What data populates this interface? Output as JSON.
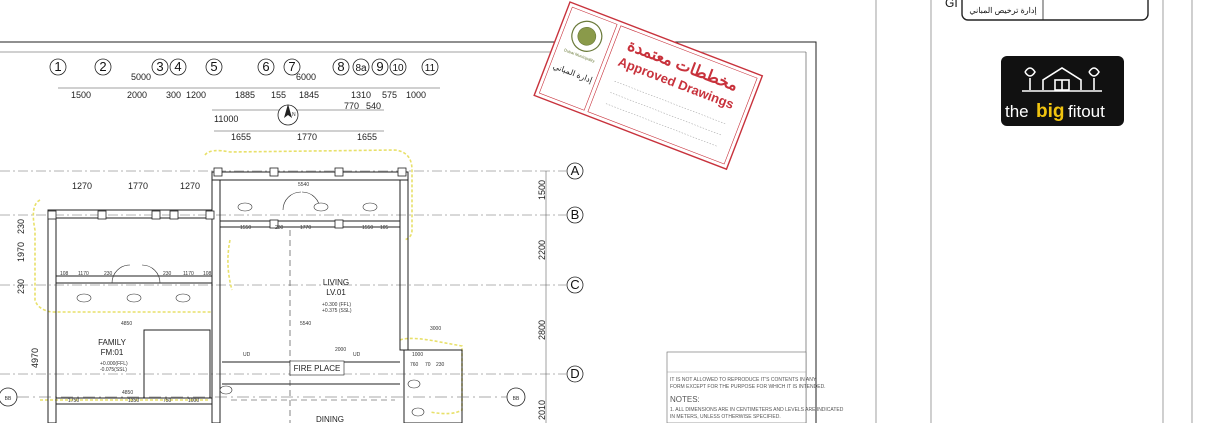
{
  "grid_columns": [
    "1",
    "2",
    "3",
    "4",
    "5",
    "6",
    "7",
    "8",
    "8a",
    "9",
    "10",
    "11"
  ],
  "grid_rows": [
    "A",
    "B",
    "C",
    "D"
  ],
  "dimensions": {
    "top_overall_a": "5000",
    "top_overall_b": "6000",
    "top_segments": [
      "1500",
      "2000",
      "300",
      "1200",
      "1885",
      "155",
      "1845",
      "1310",
      "575",
      "1000"
    ],
    "sub_770": "770",
    "sub_540": "540",
    "sub_11000": "11000",
    "sub_1655a": "1655",
    "sub_1770": "1770",
    "sub_1655b": "1655",
    "left_1270a": "1270",
    "left_1770": "1770",
    "left_1270b": "1270",
    "right_1500": "1500",
    "right_2200": "2200",
    "right_2800": "2800",
    "right_2010": "2010",
    "left_230a": "230",
    "left_1970": "1970",
    "left_230b": "230",
    "left_4970": "4970"
  },
  "rooms": {
    "living_name": "LIVING",
    "living_code": "LV.01",
    "living_level": "+0.300 (FFL)",
    "living_level2": "+0.375 (SSL)",
    "family_name": "FAMILY",
    "family_code": "FM:01",
    "family_level": "+0.000(FFL)",
    "family_level2": "-0.075(SSL)",
    "fireplace": "FIRE PLACE",
    "dining": "DINING",
    "section_mark": "BB",
    "north": "N"
  },
  "stamp": {
    "title_ar": "مخططات معتمدة",
    "title_en": "Approved Drawings",
    "dept_ar": "إدارة المباني",
    "org_en": "Dubai Municipality"
  },
  "notes": {
    "line1": "IT IS NOT ALLOWED TO REPRODUCE IT'S CONTENTS IN ANY",
    "line2": "FORM EXCEPT FOR THE PURPOSE FOR WHICH IT IS INTENDED.",
    "heading": "NOTES:",
    "line3": "1. ALL DIMENSIONS ARE IN CENTIMETERS AND LEVELS ARE INDICATED",
    "line4": "IN METERS, UNLESS OTHERWISE SPECIFIED."
  },
  "right_panel": {
    "partial_label": "GI",
    "box_text_ar": "إدارة ترخيص المباني",
    "logo_prefix": "the",
    "logo_big": "big",
    "logo_suffix": "fitout"
  },
  "colors": {
    "line": "#222222",
    "highlight": "#e8e06a",
    "stamp_red": "#c8323c",
    "logo_bg": "#111111",
    "logo_accent": "#f1c40f"
  }
}
